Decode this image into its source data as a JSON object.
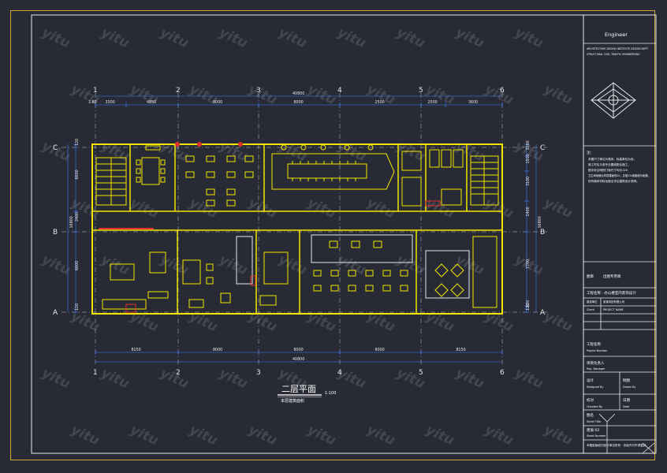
{
  "watermark": "yitu",
  "colors": {
    "background": "#282b35",
    "frame": "#c8a63c",
    "wall": "#f2e600",
    "dimension": "#3f7fff",
    "line": "#e8e8e8",
    "accent_red": "#e03030"
  },
  "grid": {
    "columns_top": [
      "1",
      "2",
      "3",
      "4",
      "5",
      "6"
    ],
    "columns_bottom": [
      "1",
      "2",
      "3",
      "4",
      "5",
      "6"
    ],
    "rows_left": [
      "C",
      "B",
      "A"
    ],
    "rows_right": [
      "C",
      "B",
      "A"
    ]
  },
  "dimensions": {
    "top_total": "40800",
    "top_segments": [
      "3300",
      "4850",
      "8000",
      "8000",
      "2500",
      "2500",
      "3600"
    ],
    "top_first_label": "1.80",
    "bottom_total": "40800",
    "bottom_segments": [
      "8150",
      "8000",
      "8000",
      "8000",
      "8150"
    ],
    "left_total": "16800",
    "left_segments": [
      "120",
      "6600",
      "2400",
      "6600",
      "120"
    ],
    "right_total": "16800",
    "right_segments": [
      "1200",
      "1500",
      "3100",
      "2400",
      "7700",
      "120",
      "120"
    ]
  },
  "drawing_title": {
    "main": "二层平面",
    "scale": "1:100",
    "sub": "本层建筑面积"
  },
  "title_block": {
    "company": "Engineer",
    "company_sub1": "ARCHITECTURE  DESIGN INSTITUTE  DESIGN DEPT",
    "company_sub2": "STRUCTURAL  CIVIL  TRAFFIC  ENGINEERING",
    "note_heading": "注：",
    "notes": [
      "本图尺寸单位为毫米，标高单位为米。",
      "施工时应与各专业图纸配合施工。",
      "图中未注明的门垛尺寸均为120",
      "卫生间地面比同层楼面低20，并做1%坡度坡向地漏。",
      "所有墙体材料及做法详见建筑设计说明。"
    ],
    "stamp_label": "图章",
    "stamp_text": "出图专用章",
    "project_name": "工程名称 · 办公楼室内装饰设计",
    "project_en": "PROJECT NAME",
    "client_label": "建设单位",
    "client_en": "Client",
    "client_value": "某某科技有限公司",
    "drawing_label": "工程名称",
    "drawing_en": "Project Number",
    "pm_label": "项目负责人",
    "pm_en": "Proj. Manager",
    "designed_label": "设计",
    "designed_en": "Designed By",
    "drawn_label": "制图",
    "drawn_en": "Drawn By",
    "checked_label": "校对",
    "checked_en": "Checked By",
    "date_label": "日期",
    "date_en": "Date",
    "sheet_label": "图号",
    "sheet_en": "Sheet Number",
    "sheet_value": "建施-02",
    "sheet_title_label": "图名",
    "sheet_title_en": "Sheet Title",
    "footer": "本图纸版权归设计单位所有 · 未经许可不得复制"
  }
}
